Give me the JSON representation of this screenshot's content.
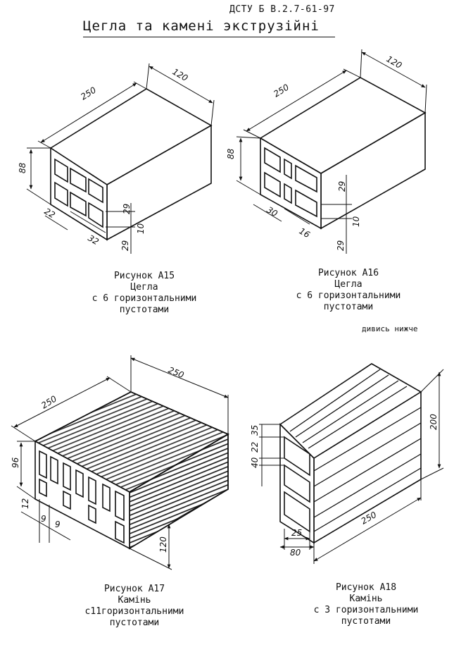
{
  "header": {
    "standard": "ДСТУ Б В.2.7-61-97",
    "title": "Цегла та камені экструзійні"
  },
  "figures": [
    {
      "caption": "Рисунок А15",
      "kind": "Цегла",
      "desc1": "с 6 горизонтальними",
      "desc2": "пустотами",
      "dims": {
        "length": "250",
        "width": "120",
        "height": "88",
        "d1": "22",
        "d2": "32",
        "d3": "29",
        "d4": "10",
        "d5": "29"
      }
    },
    {
      "caption": "Рисунок А16",
      "kind": "Цегла",
      "desc1": "с 6 горизонтальними",
      "desc2": "пустотами",
      "dims": {
        "length": "250",
        "width": "120",
        "height": "88",
        "d1": "30",
        "d2": "16",
        "d3": "29",
        "d4": "10",
        "d5": "29"
      }
    },
    {
      "caption": "Рисунок А17",
      "kind": "Камінь",
      "desc1": "с11горизонтальними",
      "desc2": "пустотами",
      "dims": {
        "length": "250",
        "width": "250",
        "height": "96",
        "d1": "12",
        "d2": "9",
        "d3": "9",
        "d4": "120"
      }
    },
    {
      "caption": "Рисунок А18",
      "kind": "Камінь",
      "desc1": "с 3 горизонтальними",
      "desc2": "пустотами",
      "dims": {
        "height": "200",
        "length": "250",
        "d1": "35",
        "d2": "22",
        "d3": "40",
        "d4": "25",
        "d5": "80"
      }
    }
  ],
  "note": "дивись нижче"
}
